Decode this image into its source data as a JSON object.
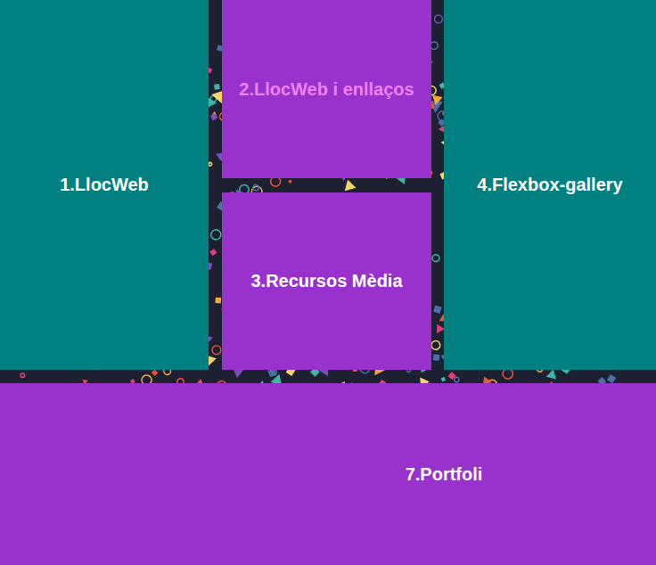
{
  "diagram": {
    "nodes": [
      {
        "text": [
          "1.LlocWeb"
        ]
      },
      {
        "text": [
          "2.LlocWeb i enllaços"
        ]
      },
      {
        "text": [
          "3.Recursos Mèdia"
        ]
      },
      {
        "text": [
          "4.Flexbox-gallery"
        ]
      },
      {
        "text": [
          "7.Portfoli"
        ]
      }
    ]
  }
}
